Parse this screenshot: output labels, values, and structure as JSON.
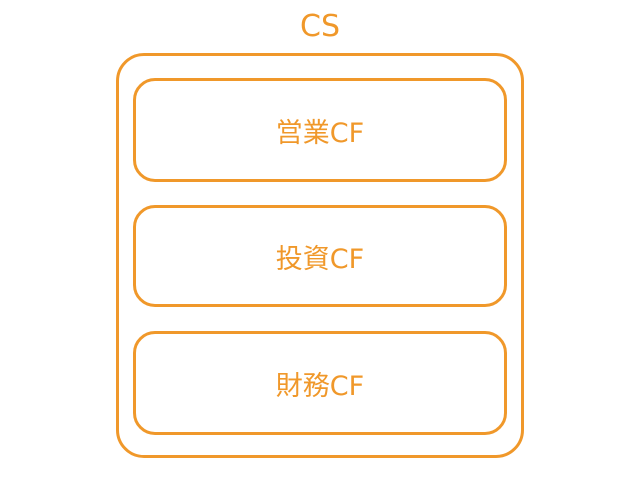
{
  "title": "CS",
  "sections": [
    {
      "label": "営業CF"
    },
    {
      "label": "投資CF"
    },
    {
      "label": "財務CF"
    }
  ],
  "colors": {
    "accent": "#F0982A"
  }
}
